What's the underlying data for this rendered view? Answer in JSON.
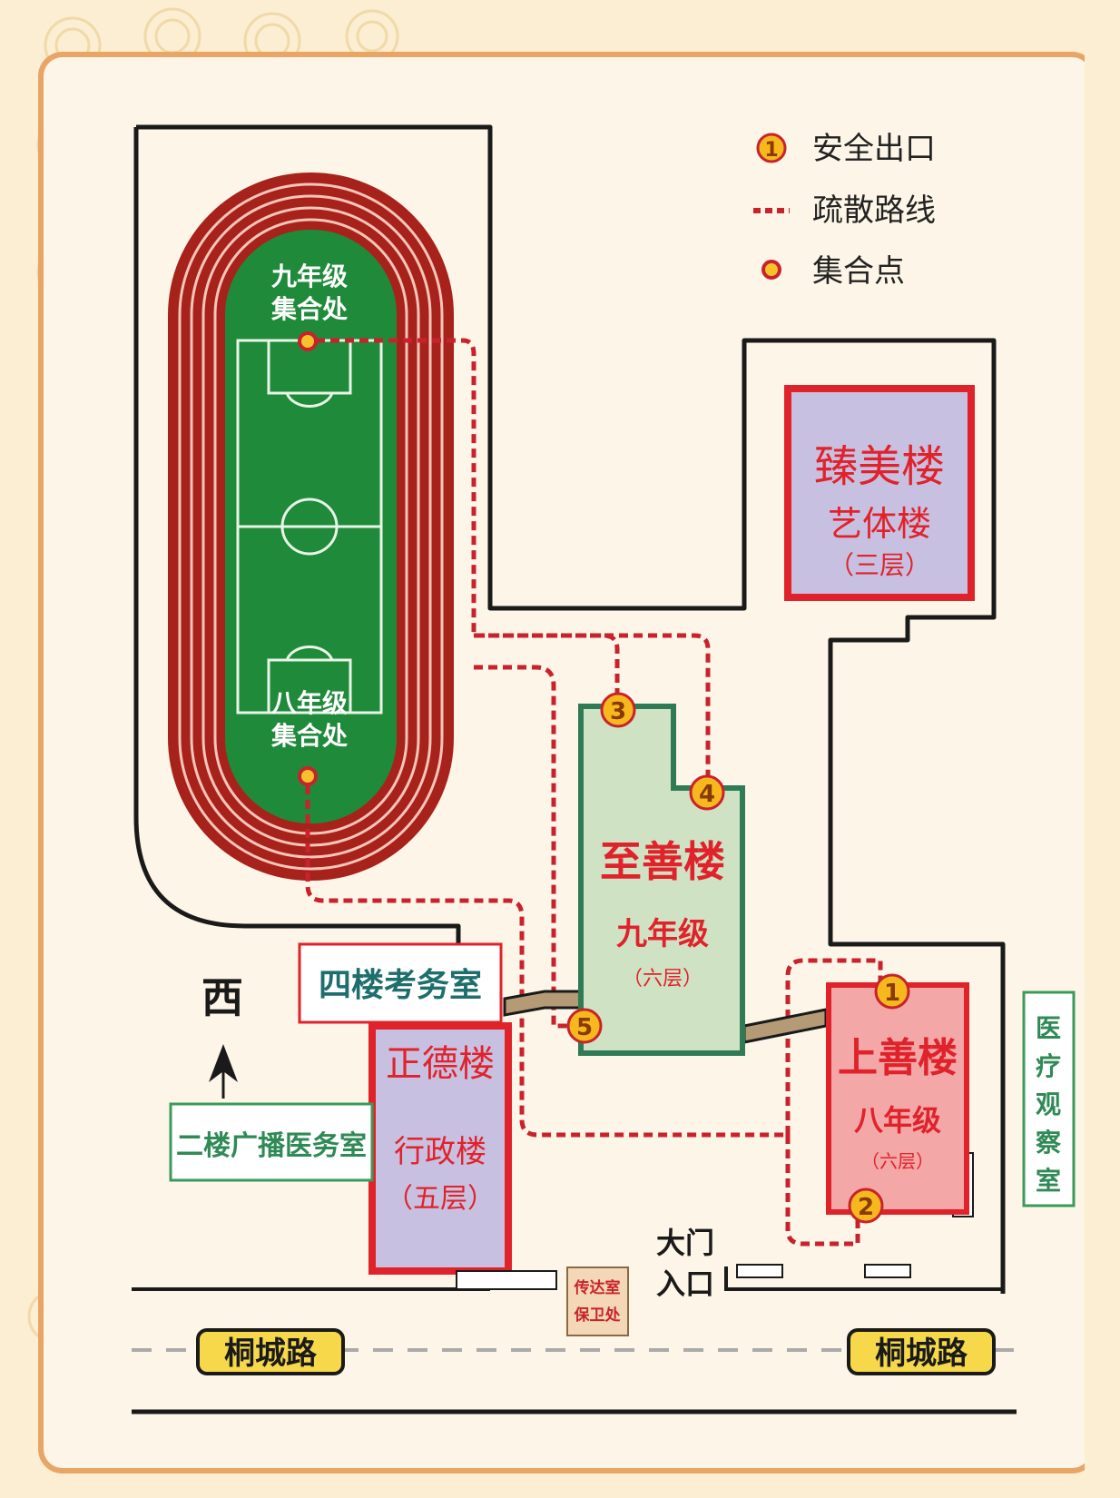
{
  "legend": {
    "exit_marker": "1",
    "exit_label": "安全出口",
    "route_label": "疏散路线",
    "assembly_label": "集合点"
  },
  "field": {
    "grade9_line1": "九年级",
    "grade9_line2": "集合处",
    "grade8_line1": "八年级",
    "grade8_line2": "集合处"
  },
  "buildings": {
    "zhenmei": {
      "name": "臻美楼",
      "sub": "艺体楼",
      "floors": "（三层）"
    },
    "zhishan": {
      "name": "至善楼",
      "sub": "九年级",
      "floors": "（六层）"
    },
    "shangshan": {
      "name": "上善楼",
      "sub": "八年级",
      "floors": "（六层）"
    },
    "zhengde": {
      "name": "正德楼",
      "sub": "行政楼",
      "floors": "（五层）"
    }
  },
  "rooms": {
    "exam_office": "四楼考务室",
    "broadcast_medical": "二楼广播医务室",
    "medical_observation": [
      "医",
      "疗",
      "观",
      "察",
      "室"
    ],
    "reception_line1": "传达室",
    "reception_line2": "保卫处"
  },
  "exits": [
    "1",
    "2",
    "3",
    "4",
    "5"
  ],
  "gate": {
    "line1": "大门",
    "line2": "入口"
  },
  "compass": {
    "label": "西"
  },
  "roads": {
    "left": "桐城路",
    "right": "桐城路"
  },
  "colors": {
    "background": "#fbeed2",
    "panel": "#fdf6e8",
    "panel_border": "#e8a566",
    "track": "#a8221c",
    "field": "#1f8a3a",
    "route": "#c8232c",
    "exit_fill": "#f6b81c",
    "building_purple": "#c8c0e0",
    "building_green": "#cfe3c4",
    "building_pink": "#f4a7a7",
    "building_border": "#e0222b",
    "road_sign": "#f6d84a"
  }
}
